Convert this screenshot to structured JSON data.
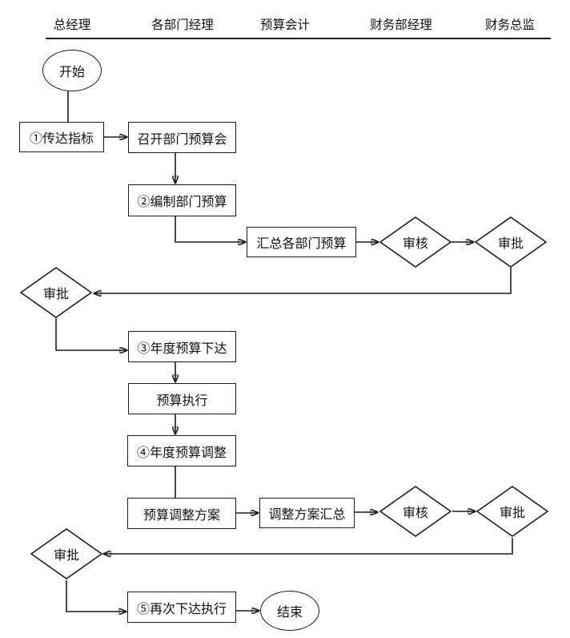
{
  "diagram": {
    "type": "swimlane-flowchart",
    "title": "",
    "colors": {
      "stroke": "#1c1c1c",
      "background": "#ffffff",
      "text": "#111111"
    },
    "lanes": [
      "总经理",
      "各部门经理",
      "预算会计",
      "财务部经理",
      "财务总监"
    ],
    "nodes": {
      "start": {
        "label": "开始",
        "shape": "ellipse",
        "lane": "总经理"
      },
      "transmit_targets": {
        "label": "①传达指标",
        "shape": "rect",
        "lane": "总经理"
      },
      "dept_budget_meeting": {
        "label": "召开部门预算会",
        "shape": "rect",
        "lane": "各部门经理"
      },
      "prepare_dept_budget": {
        "label": "②编制部门预算",
        "shape": "rect",
        "lane": "各部门经理"
      },
      "consolidate_dept_budgets": {
        "label": "汇总各部门预算",
        "shape": "rect",
        "lane": "预算会计"
      },
      "review_1": {
        "label": "审核",
        "shape": "diamond",
        "lane": "财务部经理"
      },
      "approve_1": {
        "label": "审批",
        "shape": "diamond",
        "lane": "财务总监"
      },
      "approve_gm_1": {
        "label": "审批",
        "shape": "diamond",
        "lane": "总经理"
      },
      "annual_budget_release": {
        "label": "③年度预算下达",
        "shape": "rect",
        "lane": "各部门经理"
      },
      "budget_execution": {
        "label": "预算执行",
        "shape": "rect",
        "lane": "各部门经理"
      },
      "annual_budget_adjustment": {
        "label": "④年度预算调整",
        "shape": "rect",
        "lane": "各部门经理"
      },
      "budget_adjustment_plan": {
        "label": "预算调整方案",
        "shape": "rect",
        "lane": "各部门经理"
      },
      "adjustment_plan_summary": {
        "label": "调整方案汇总",
        "shape": "rect",
        "lane": "预算会计"
      },
      "review_2": {
        "label": "审核",
        "shape": "diamond",
        "lane": "财务部经理"
      },
      "approve_2": {
        "label": "审批",
        "shape": "diamond",
        "lane": "财务总监"
      },
      "approve_gm_2": {
        "label": "审批",
        "shape": "diamond",
        "lane": "总经理"
      },
      "reissue_execution": {
        "label": "⑤再次下达执行",
        "shape": "rect",
        "lane": "各部门经理"
      },
      "end": {
        "label": "结束",
        "shape": "ellipse",
        "lane": "预算会计"
      }
    },
    "edges": [
      {
        "from": "start",
        "to": "transmit_targets",
        "arrow": false
      },
      {
        "from": "transmit_targets",
        "to": "dept_budget_meeting",
        "arrow": true
      },
      {
        "from": "dept_budget_meeting",
        "to": "prepare_dept_budget",
        "arrow": true
      },
      {
        "from": "prepare_dept_budget",
        "to": "consolidate_dept_budgets",
        "arrow": true
      },
      {
        "from": "consolidate_dept_budgets",
        "to": "review_1",
        "arrow": true
      },
      {
        "from": "review_1",
        "to": "approve_1",
        "arrow": true
      },
      {
        "from": "approve_1",
        "to": "approve_gm_1",
        "arrow": true
      },
      {
        "from": "approve_gm_1",
        "to": "annual_budget_release",
        "arrow": true
      },
      {
        "from": "annual_budget_release",
        "to": "budget_execution",
        "arrow": true
      },
      {
        "from": "budget_execution",
        "to": "annual_budget_adjustment",
        "arrow": true
      },
      {
        "from": "annual_budget_adjustment",
        "to": "budget_adjustment_plan",
        "arrow": false
      },
      {
        "from": "budget_adjustment_plan",
        "to": "adjustment_plan_summary",
        "arrow": true
      },
      {
        "from": "adjustment_plan_summary",
        "to": "review_2",
        "arrow": true
      },
      {
        "from": "review_2",
        "to": "approve_2",
        "arrow": true
      },
      {
        "from": "approve_2",
        "to": "approve_gm_2",
        "arrow": true
      },
      {
        "from": "approve_gm_2",
        "to": "reissue_execution",
        "arrow": true
      },
      {
        "from": "reissue_execution",
        "to": "end",
        "arrow": true
      }
    ]
  }
}
